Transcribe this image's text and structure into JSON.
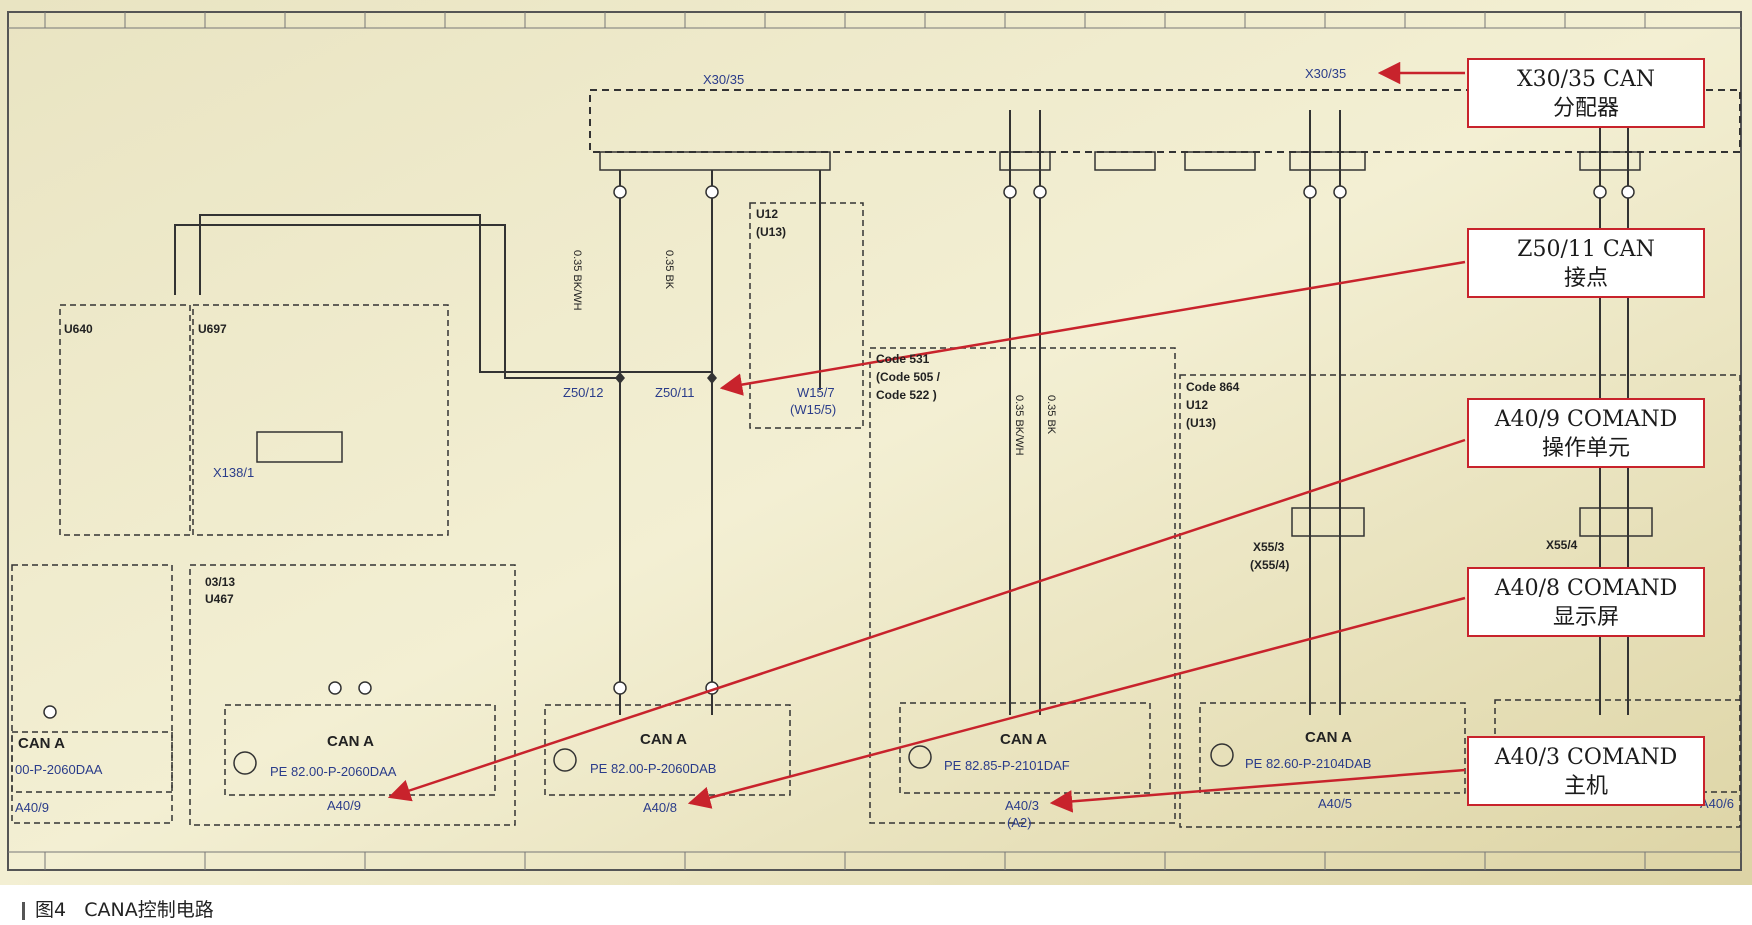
{
  "callouts": [
    {
      "line1": "X30/35 CAN",
      "line2": "分配器"
    },
    {
      "line1": "Z50/11 CAN",
      "line2": "接点"
    },
    {
      "line1": "A40/9 COMAND",
      "line2": "操作单元"
    },
    {
      "line1": "A40/8 COMAND",
      "line2": "显示屏"
    },
    {
      "line1": "A40/3 COMAND",
      "line2": "主机"
    }
  ],
  "caption": {
    "fig": "图4",
    "title": "CANA控制电路"
  },
  "diagram": {
    "connector_top_left": "X30/35",
    "connector_top_right": "X30/35",
    "u12": "U12",
    "u13": "(U13)",
    "u640": "U640",
    "u697": "U697",
    "x138": "X138/1",
    "z50_12": "Z50/12",
    "z50_11": "Z50/11",
    "w15_7": "W15/7",
    "w15_5": "(W15/5)",
    "code531": "Code 531",
    "code505": "(Code 505  /",
    "code522": "Code 522  )",
    "code864": "Code 864",
    "u12b": "U12",
    "u13b": "(U13)",
    "x553": "X55/3",
    "x554b": "(X55/4)",
    "x554": "X55/4",
    "b0313": "03/13",
    "u467": "U467",
    "cana1": "CAN A",
    "cana2": "CAN A",
    "cana3": "CAN A",
    "cana4": "CAN A",
    "cana0": "CAN A",
    "pe1": "PE 82.00-P-2060DAA",
    "pe2": "PE 82.00-P-2060DAB",
    "pe3": "PE 82.85-P-2101DAF",
    "pe4": "PE 82.60-P-2104DAB",
    "pe0": "00-P-2060DAA",
    "a409": "A40/9",
    "a408": "A40/8",
    "a403": "A40/3",
    "a2": "(A2)",
    "a405": "A40/5",
    "a40r": "A40/6",
    "a40l": "A40/9",
    "wire_a": "0.35 BK/WH",
    "wire_b": "0.35 BK",
    "wire_c": "0.35 BK/WH",
    "wire_d": "0.35 BK"
  },
  "colors": {
    "accent": "#c8232c",
    "ink": "#2a3c8a",
    "paper": "#efe9c6"
  }
}
